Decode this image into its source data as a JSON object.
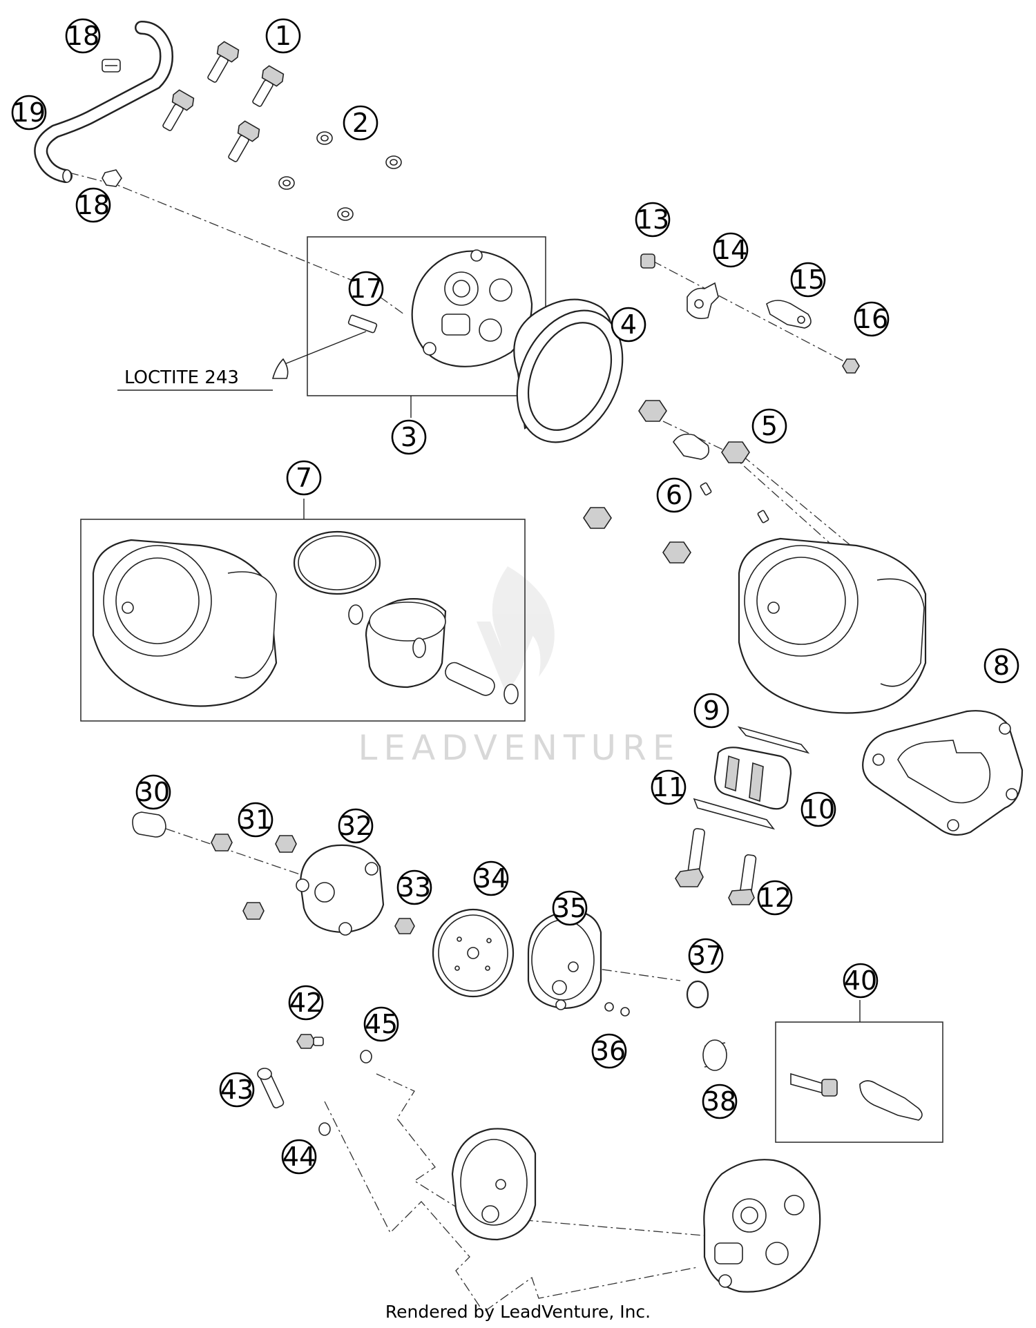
{
  "diagram": {
    "watermark": "LEADVENTURE",
    "note_label": "LOCTITE 243",
    "footer": "Rendered by LeadVenture, Inc.",
    "callouts": {
      "c1": "1",
      "c2": "2",
      "c3": "3",
      "c4": "4",
      "c5": "5",
      "c6": "6",
      "c7": "7",
      "c8": "8",
      "c9": "9",
      "c10": "10",
      "c11": "11",
      "c12": "12",
      "c13": "13",
      "c14": "14",
      "c15": "15",
      "c16": "16",
      "c17": "17",
      "c18a": "18",
      "c18b": "18",
      "c19": "19",
      "c30": "30",
      "c31": "31",
      "c32": "32",
      "c33": "33",
      "c34": "34",
      "c35": "35",
      "c36": "36",
      "c37": "37",
      "c38": "38",
      "c40": "40",
      "c42": "42",
      "c43": "43",
      "c44": "44",
      "c45": "45"
    }
  }
}
